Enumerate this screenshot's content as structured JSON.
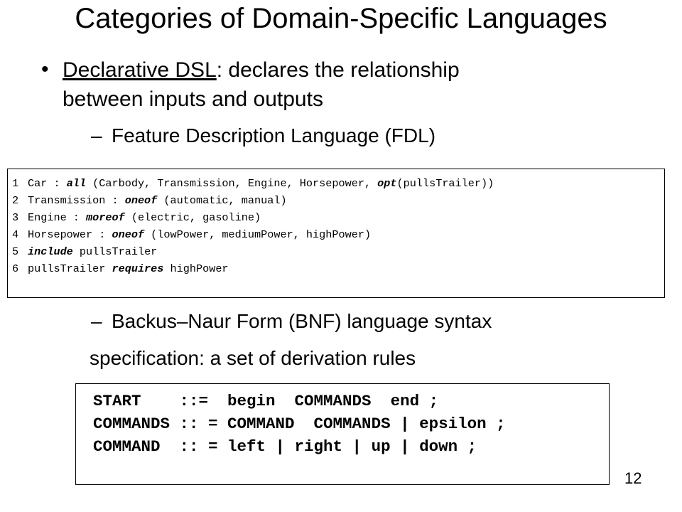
{
  "slide": {
    "title": "Categories of Domain-Specific Languages",
    "bullet": {
      "marker": "•",
      "term": "Declarative DSL",
      "text_line1": ": declares the relationship",
      "text_line2": "between inputs and outputs"
    },
    "sub1": {
      "dash": "–",
      "text": "Feature Description Language (FDL)"
    },
    "fdl_code": [
      {
        "num": "1",
        "parts": [
          [
            "Car : ",
            0
          ],
          [
            "all",
            1
          ],
          [
            " (Carbody, Transmission, Engine, Horsepower, ",
            0
          ],
          [
            "opt",
            1
          ],
          [
            "(pullsTrailer))",
            0
          ]
        ]
      },
      {
        "num": "2",
        "parts": [
          [
            "Transmission : ",
            0
          ],
          [
            "oneof",
            1
          ],
          [
            " (automatic, manual)",
            0
          ]
        ]
      },
      {
        "num": "3",
        "parts": [
          [
            "Engine : ",
            0
          ],
          [
            "moreof",
            1
          ],
          [
            " (electric, gasoline)",
            0
          ]
        ]
      },
      {
        "num": "4",
        "parts": [
          [
            "Horsepower : ",
            0
          ],
          [
            "oneof",
            1
          ],
          [
            " (lowPower, mediumPower, highPower)",
            0
          ]
        ]
      },
      {
        "num": "5",
        "parts": [
          [
            "include",
            1
          ],
          [
            " pullsTrailer",
            0
          ]
        ]
      },
      {
        "num": "6",
        "parts": [
          [
            "pullsTrailer ",
            0
          ],
          [
            "requires",
            1
          ],
          [
            " highPower",
            0
          ]
        ]
      }
    ],
    "sub2": {
      "dash": "–",
      "text_line1": "Backus–Naur Form (BNF) language syntax",
      "text_line2": "specification: a set of derivation rules"
    },
    "bnf_code": [
      "START    ::=  begin  COMMANDS  end ;",
      "COMMANDS :: = COMMAND  COMMANDS | epsilon ;",
      "COMMAND  :: = left | right | up | down ;"
    ],
    "page_number": "12"
  }
}
